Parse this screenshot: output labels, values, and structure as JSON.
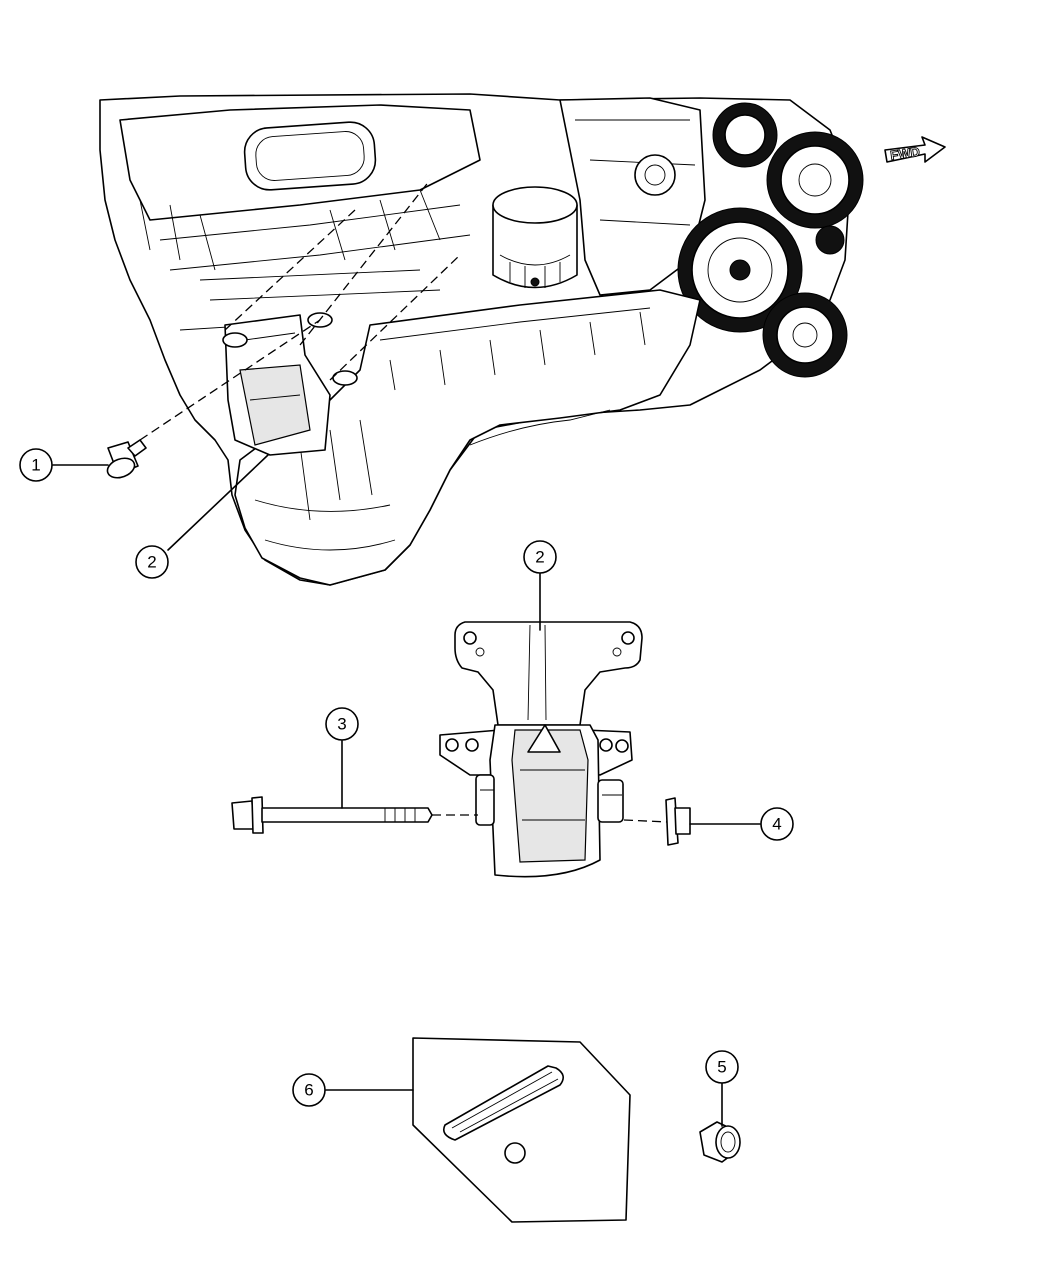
{
  "diagram": {
    "direction_arrow": {
      "label": "FWD"
    },
    "callouts": [
      {
        "id": "c1",
        "number": "1"
      },
      {
        "id": "c2a",
        "number": "2"
      },
      {
        "id": "c2b",
        "number": "2"
      },
      {
        "id": "c3",
        "number": "3"
      },
      {
        "id": "c4",
        "number": "4"
      },
      {
        "id": "c5",
        "number": "5"
      },
      {
        "id": "c6",
        "number": "6"
      }
    ]
  }
}
